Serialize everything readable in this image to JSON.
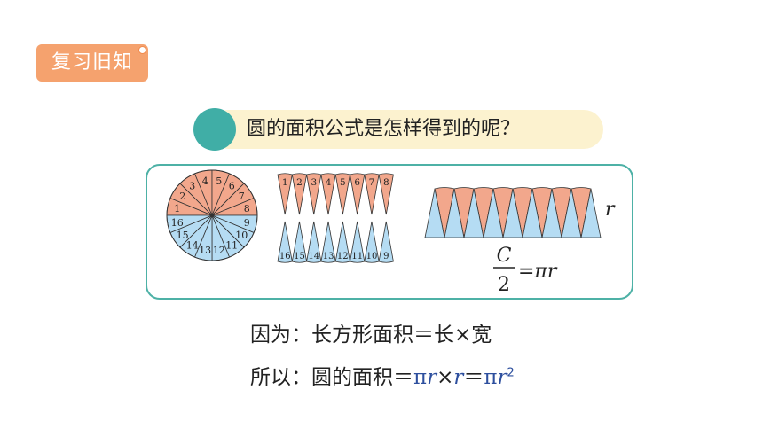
{
  "tag": {
    "label": "复习旧知"
  },
  "question": {
    "text": "圆的面积公式是怎样得到的呢？"
  },
  "figure": {
    "circle_top_numbers": [
      "1",
      "2",
      "3",
      "4",
      "5",
      "6",
      "7",
      "8"
    ],
    "circle_bottom_numbers": [
      "9",
      "10",
      "11",
      "12",
      "13",
      "14",
      "15",
      "16"
    ],
    "top_row_numbers": [
      "1",
      "2",
      "3",
      "4",
      "5",
      "6",
      "7",
      "8"
    ],
    "bottom_row_numbers": [
      "16",
      "15",
      "14",
      "13",
      "12",
      "11",
      "10",
      "9"
    ],
    "r_label": "r",
    "fraction_numerator": "C",
    "fraction_denominator": "2",
    "fraction_result": "=πr",
    "colors": {
      "salmon": "#f2a78c",
      "blue": "#b5dcf3",
      "teal": "#4db1a6"
    }
  },
  "lines": {
    "line1": "因为：长方形面积＝长×宽",
    "line2_prefix": "所以：圆的面积＝",
    "line2_pi_1": "π",
    "line2_r_1": "r",
    "line2_times": "×",
    "line2_r_2": "r",
    "line2_eq": "＝",
    "line2_pi_2": "π",
    "line2_r_3": "r",
    "line2_exp": "2"
  }
}
